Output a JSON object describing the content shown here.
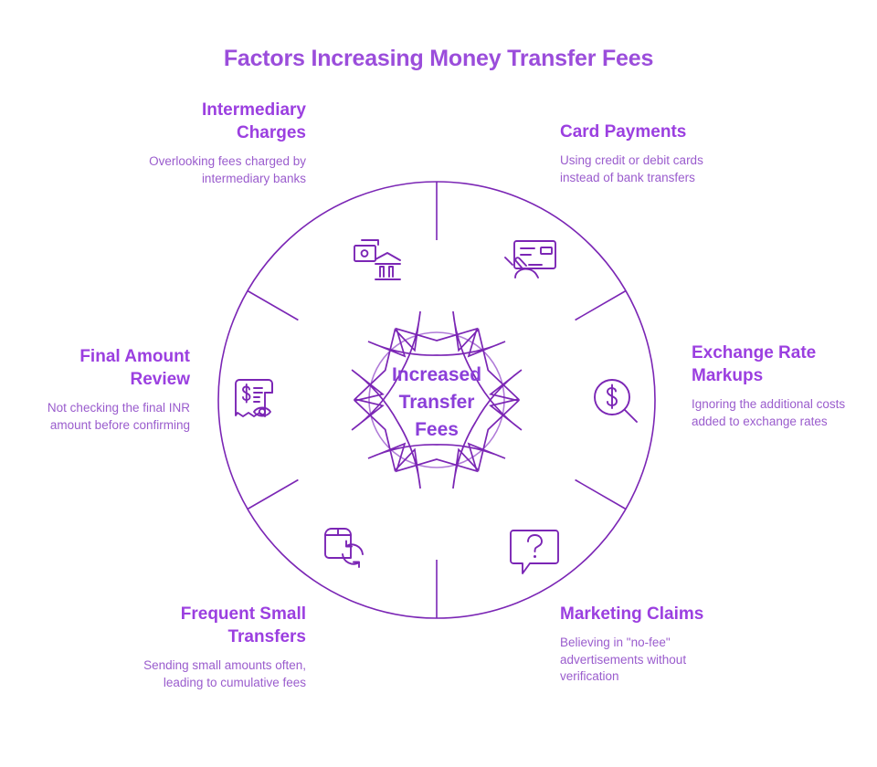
{
  "page": {
    "title": "Factors Increasing Money Transfer Fees",
    "background": "#ffffff"
  },
  "colors": {
    "title": "#9b4ddb",
    "label_title": "#9b3fe0",
    "label_desc": "#9a5ccd",
    "stroke_dark": "#7b26b5",
    "stroke_light": "#b07bd8",
    "center_text": "#8b3fd9",
    "icon": "#7b26b5"
  },
  "center": {
    "line1": "Increased",
    "line2": "Transfer",
    "line3": "Fees"
  },
  "factors": [
    {
      "id": "intermediary-charges",
      "title": "Intermediary Charges",
      "description": "Overlooking fees charged by intermediary banks",
      "icon": "bank-money-icon",
      "align": "right",
      "angle_deg": 300
    },
    {
      "id": "card-payments",
      "title": "Card Payments",
      "description": "Using credit or debit cards instead of bank transfers",
      "icon": "credit-card-hand-icon",
      "align": "left",
      "angle_deg": 240
    },
    {
      "id": "exchange-rate-markups",
      "title": "Exchange Rate Markups",
      "description": "Ignoring the additional costs added to exchange rates",
      "icon": "dollar-magnifier-icon",
      "align": "left",
      "angle_deg": 180
    },
    {
      "id": "marketing-claims",
      "title": "Marketing Claims",
      "description": "Believing in \"no-fee\" advertisements without verification",
      "icon": "question-speech-bubble-icon",
      "align": "left",
      "angle_deg": 120
    },
    {
      "id": "frequent-small-transfers",
      "title": "Frequent Small Transfers",
      "description": "Sending small amounts often, leading to cumulative fees",
      "icon": "package-refresh-icon",
      "align": "right",
      "angle_deg": 60
    },
    {
      "id": "final-amount-review",
      "title": "Final Amount Review",
      "description": "Not checking the final INR amount before confirming",
      "icon": "receipt-eye-icon",
      "align": "right",
      "angle_deg": 0
    }
  ]
}
